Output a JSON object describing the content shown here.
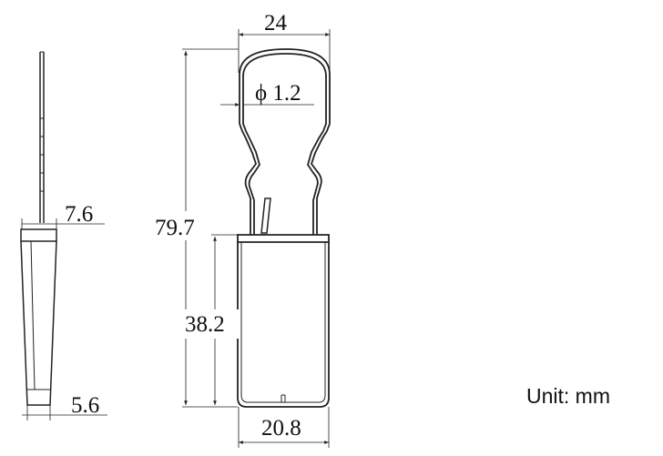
{
  "dimensions": {
    "top_width": "24",
    "wire_diameter": "ϕ 1.2",
    "total_height": "79.7",
    "body_height": "38.2",
    "bottom_width": "20.8",
    "side_top_thickness": "7.6",
    "side_bottom_thickness": "5.6"
  },
  "unit_label": "Unit: mm"
}
